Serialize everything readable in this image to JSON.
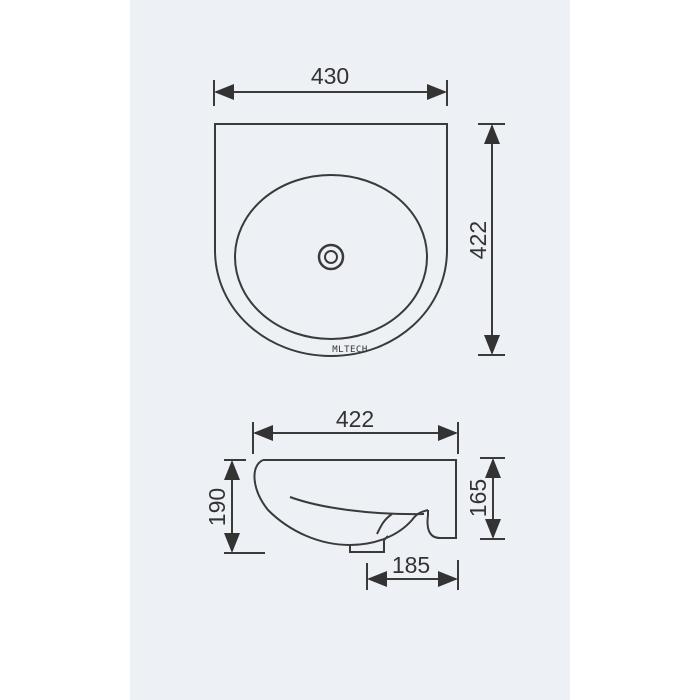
{
  "drawing": {
    "top_view": {
      "width_label": "430",
      "depth_label": "422"
    },
    "side_view": {
      "width_label": "422",
      "height_left_label": "190",
      "height_right_label": "165",
      "bottom_label": "185"
    },
    "watermark": "MLTECH"
  },
  "colors": {
    "panel": "#edf1f5",
    "line": "#3a3a3a",
    "background": "#ffffff"
  }
}
